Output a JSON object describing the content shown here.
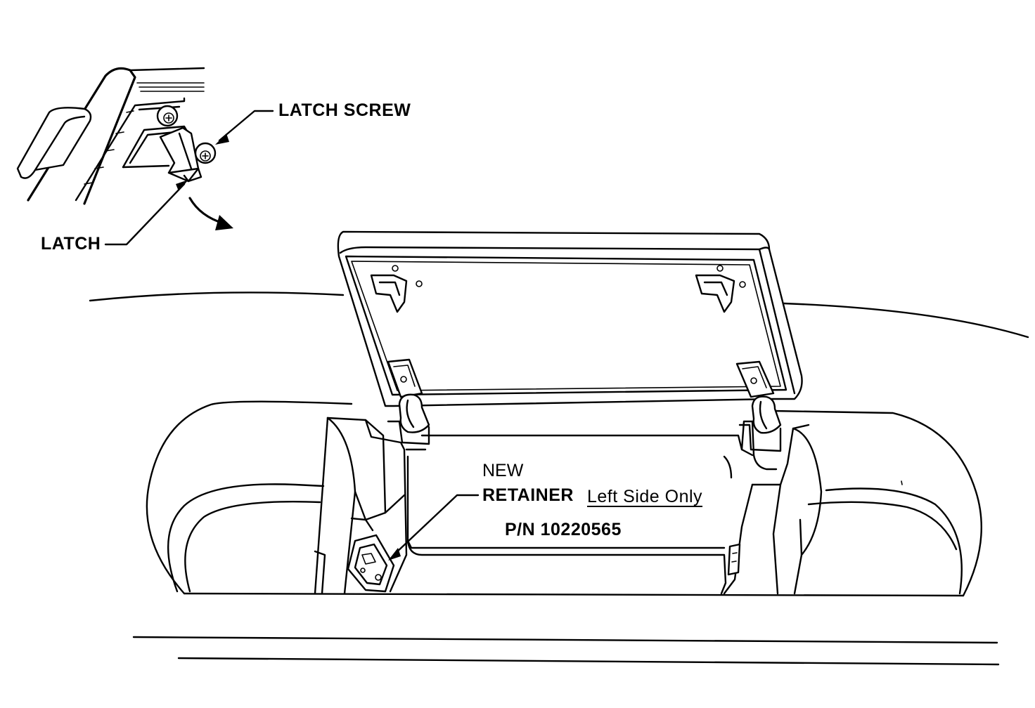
{
  "callouts": {
    "latch_screw": "LATCH  SCREW",
    "latch": "LATCH",
    "new": "NEW",
    "retainer": "RETAINER",
    "left_side_only": "Left Side Only",
    "part_number": "P/N 10220565"
  }
}
